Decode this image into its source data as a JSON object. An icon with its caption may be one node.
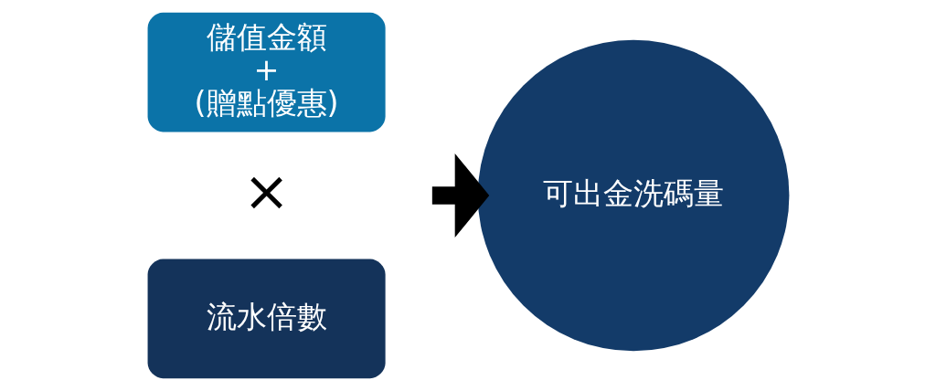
{
  "diagram": {
    "nodes": [
      {
        "text": [
          "儲值金額",
          "+",
          "(贈點優惠)"
        ]
      },
      {
        "text": [
          "流水倍數"
        ]
      },
      {
        "text": [
          "可出金洗碼量"
        ]
      }
    ],
    "edges": [
      {
        "from": null,
        "to": 2,
        "arrow": "to"
      }
    ],
    "labels": [
      "×"
    ]
  }
}
